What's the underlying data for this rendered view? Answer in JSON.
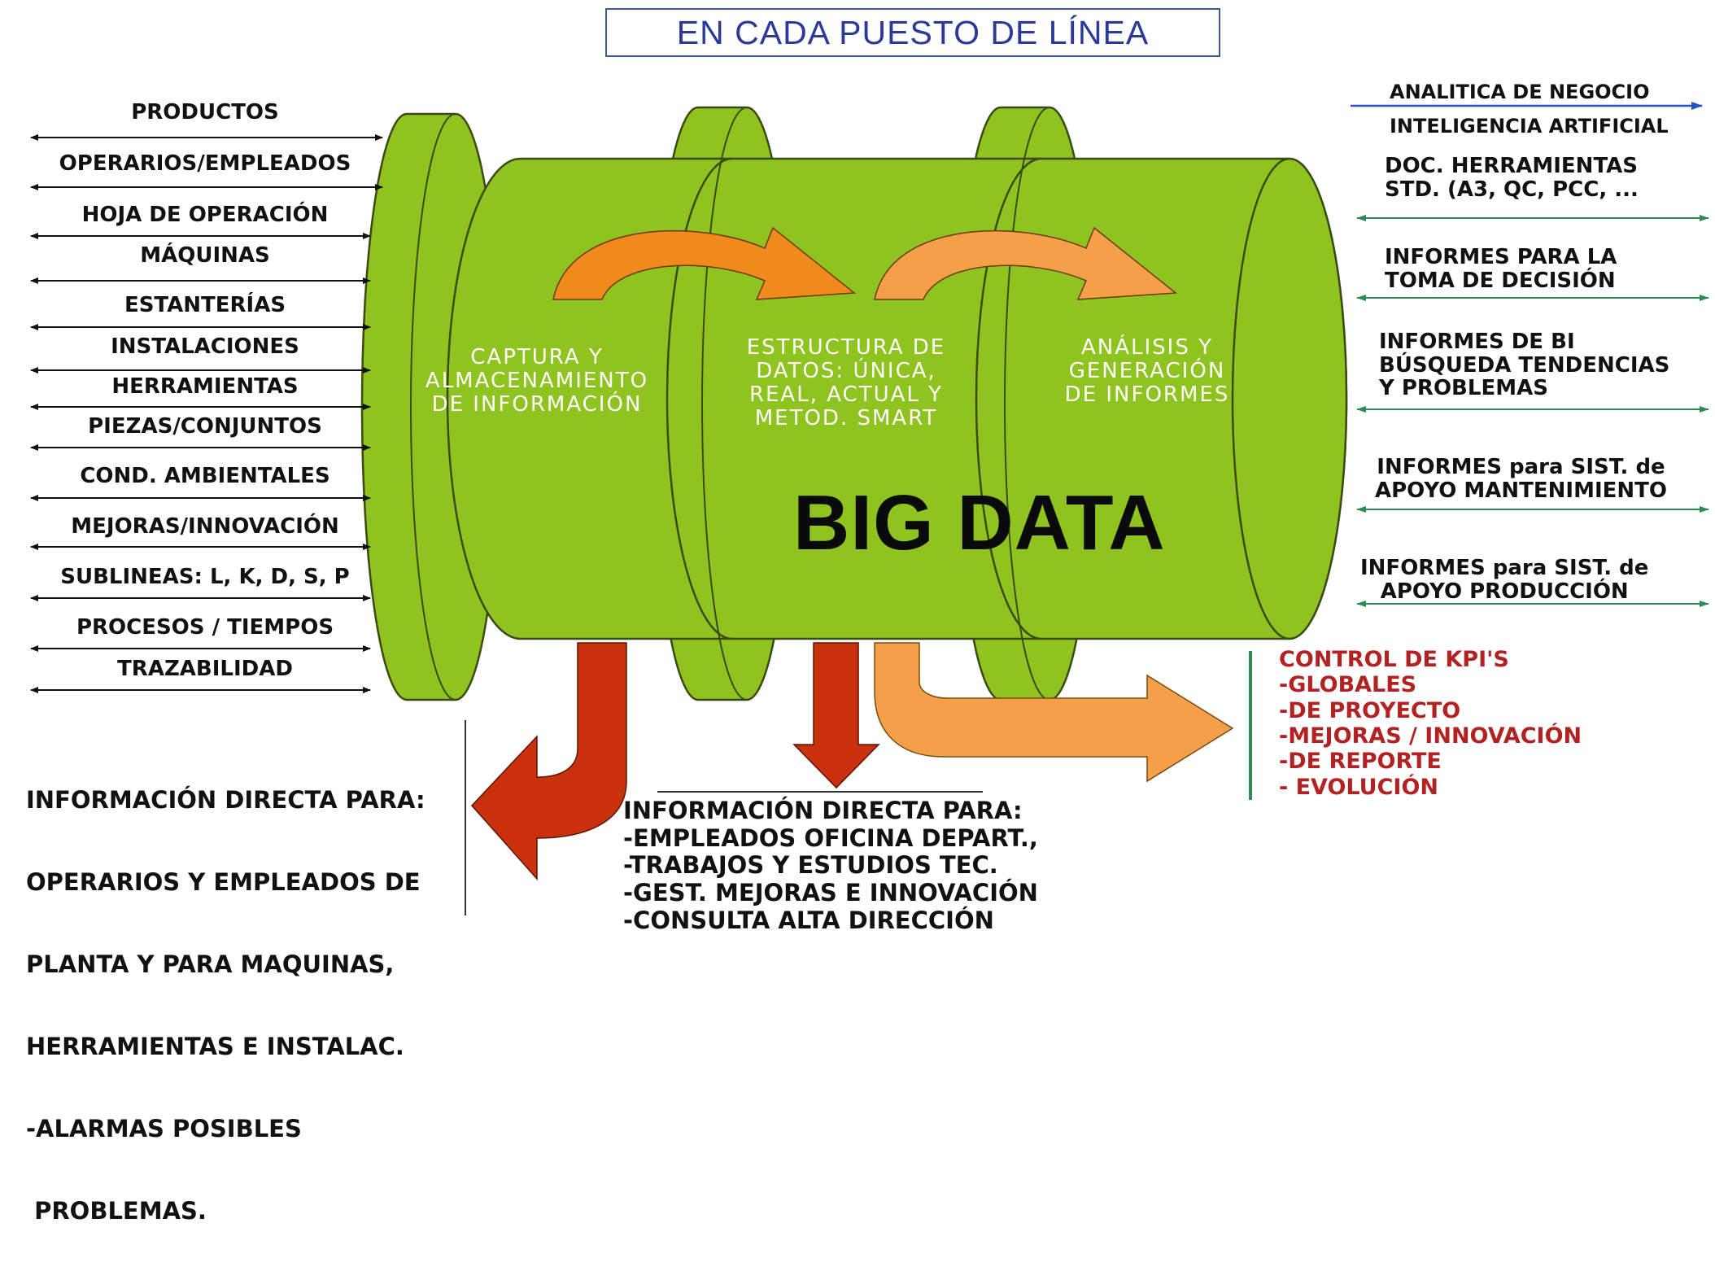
{
  "title": "EN CADA PUESTO DE LÍNEA",
  "colors": {
    "cylinder_fill": "#8fc31f",
    "cylinder_stroke": "#3a4a12",
    "orange_arrow": "#f08a1c",
    "light_orange_arrow": "#f4a04a",
    "red_arrow": "#c8310c",
    "blue_arrow": "#2452c9",
    "green_arrow": "#2e8b57",
    "kpi_text": "#b32222",
    "title_text": "#2b3a9a"
  },
  "inputs": [
    "PRODUCTOS",
    "OPERARIOS/EMPLEADOS",
    "HOJA DE OPERACIÓN",
    "MÁQUINAS",
    "ESTANTERÍAS",
    "INSTALACIONES",
    "HERRAMIENTAS",
    "PIEZAS/CONJUNTOS",
    "COND. AMBIENTALES",
    "MEJORAS/INNOVACIÓN",
    "SUBLINEAS: L, K, D, S, P",
    "PROCESOS / TIEMPOS",
    "TRAZABILIDAD"
  ],
  "stages": [
    "CAPTURA Y\nALMACENAMIENTO\nDE INFORMACIÓN",
    "ESTRUCTURA DE\nDATOS: ÚNICA,\nREAL, ACTUAL Y\nMETOD. SMART",
    "ANÁLISIS Y\nGENERACIÓN\nDE INFORMES"
  ],
  "core_label": "BIG DATA",
  "top_right": [
    "ANALITICA DE NEGOCIO",
    "INTELIGENCIA ARTIFICIAL"
  ],
  "outputs": [
    "DOC. HERRAMIENTAS\nSTD. (A3, QC, PCC, ...",
    "INFORMES PARA LA\nTOMA DE DECISIÓN",
    "INFORMES DE BI\nBÚSQUEDA TENDENCIAS\nY PROBLEMAS",
    "INFORMES para SIST. de\nAPOYO MANTENIMIENTO",
    "INFORMES para SIST. de\nAPOYO PRODUCCIÓN"
  ],
  "kpi": {
    "heading": "CONTROL DE KPI'S",
    "items": [
      "-GLOBALES",
      "-DE PROYECTO",
      "-MEJORAS / INNOVACIÓN",
      "-DE REPORTE",
      "- EVOLUCIÓN"
    ]
  },
  "info_plant": {
    "lines": [
      "INFORMACIÓN DIRECTA PARA:",
      "OPERARIOS Y EMPLEADOS DE",
      "PLANTA Y PARA MAQUINAS,",
      "HERRAMIENTAS E INSTALAC.",
      "-ALARMAS POSIBLES",
      " PROBLEMAS."
    ]
  },
  "info_office": {
    "lines": [
      "INFORMACIÓN DIRECTA PARA:",
      "-EMPLEADOS OFICINA DEPART.,",
      "-TRABAJOS Y ESTUDIOS TEC.",
      "-GEST. MEJORAS E INNOVACIÓN",
      "-CONSULTA ALTA DIRECCIÓN"
    ]
  }
}
